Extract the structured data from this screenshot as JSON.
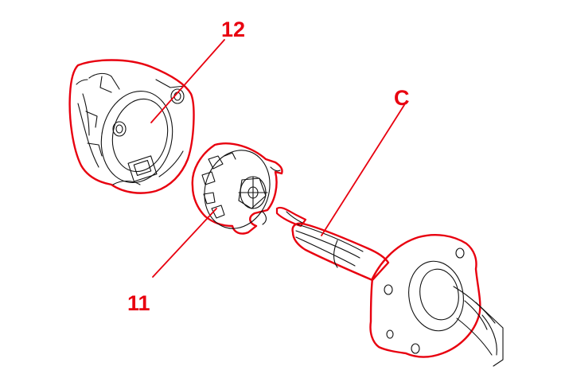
{
  "callouts": {
    "part_12": "12",
    "part_11": "11",
    "cable_c": "C"
  },
  "colors": {
    "highlight": "#e8000f",
    "linework": "#111111",
    "background": "#ffffff"
  }
}
